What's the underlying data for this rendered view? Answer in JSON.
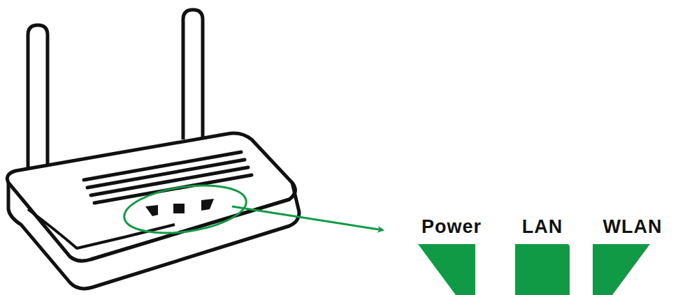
{
  "diagram": {
    "labels": [
      "Power",
      "LAN",
      "WLAN"
    ]
  }
}
